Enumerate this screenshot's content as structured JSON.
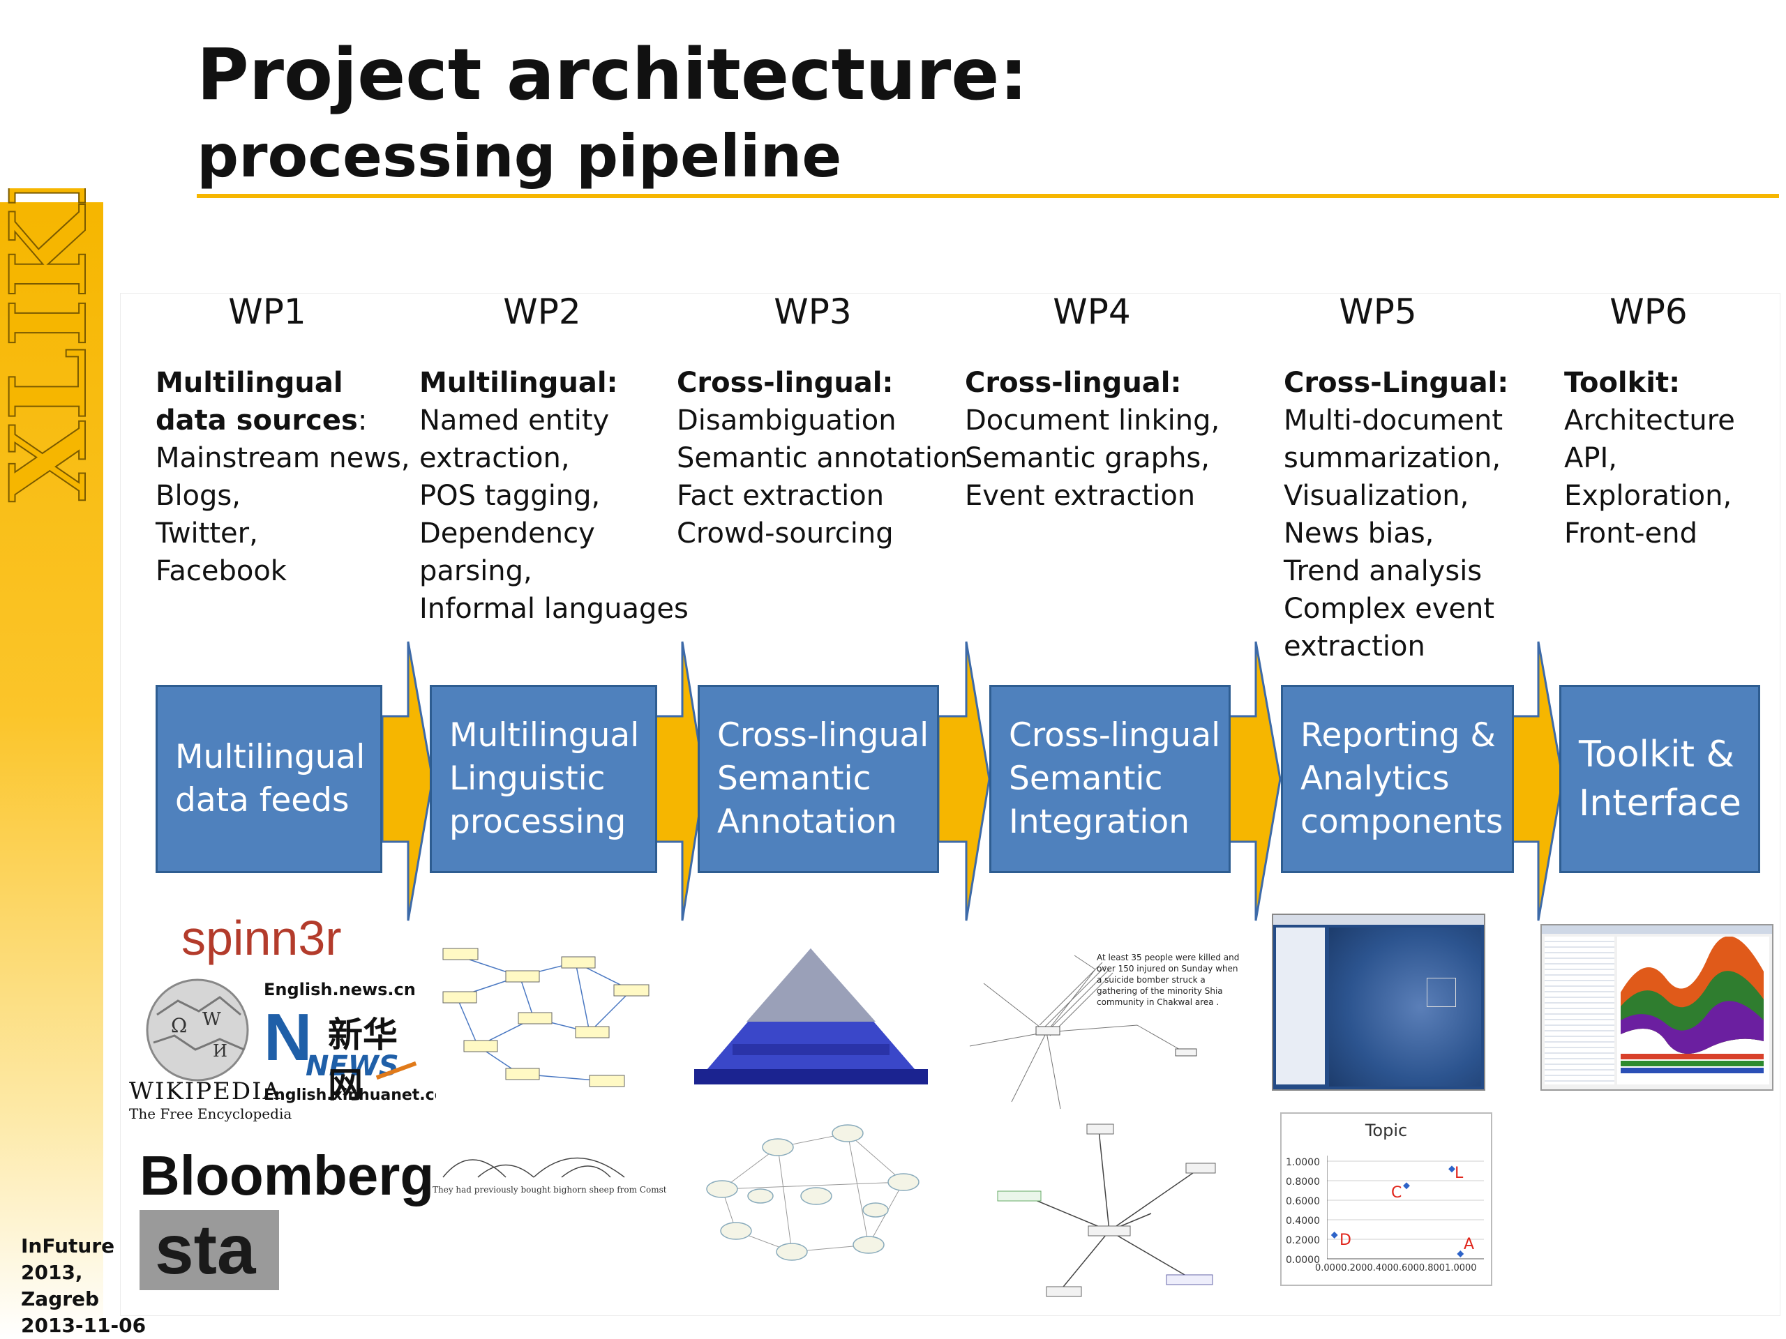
{
  "header": {
    "title": "Project architecture:",
    "subtitle": "processing pipeline"
  },
  "brand": {
    "logo_text": "XLIKE",
    "accent": "#f6b600",
    "box_color": "#4f81bd",
    "arrow_color": "#f6b600"
  },
  "work_packages": [
    {
      "id": "WP1",
      "heading": [
        "Multilingual",
        "data sources"
      ],
      "heading_suffix": ":",
      "items": [
        "Mainstream news,",
        "Blogs,",
        "Twitter,",
        "Facebook"
      ],
      "box": [
        "Multilingual",
        "data feeds"
      ]
    },
    {
      "id": "WP2",
      "heading": [
        "Multilingual:"
      ],
      "heading_suffix": "",
      "items": [
        "Named entity",
        "extraction,",
        "POS tagging,",
        "Dependency",
        "parsing,",
        "Informal languages"
      ],
      "box": [
        "Multilingual",
        "Linguistic",
        "processing"
      ]
    },
    {
      "id": "WP3",
      "heading": [
        "Cross-lingual:"
      ],
      "heading_suffix": "",
      "items": [
        "Disambiguation",
        "Semantic annotation",
        "Fact extraction",
        "Crowd-sourcing"
      ],
      "box": [
        "Cross-lingual",
        "Semantic",
        "Annotation"
      ]
    },
    {
      "id": "WP4",
      "heading": [
        "Cross-lingual:"
      ],
      "heading_suffix": "",
      "items": [
        "Document linking,",
        "Semantic graphs,",
        "Event extraction"
      ],
      "box": [
        "Cross-lingual",
        "Semantic",
        "Integration"
      ]
    },
    {
      "id": "WP5",
      "heading": [
        "Cross-Lingual:"
      ],
      "heading_suffix": "",
      "items": [
        "Multi-document",
        "summarization,",
        "Visualization,",
        "News bias,",
        "Trend analysis",
        "Complex event",
        "extraction"
      ],
      "box": [
        "Reporting  &",
        "Analytics",
        "components"
      ]
    },
    {
      "id": "WP6",
      "heading": [
        "Toolkit:"
      ],
      "heading_suffix": "",
      "items": [
        "Architecture",
        "API,",
        "Exploration,",
        "Front-end"
      ],
      "box": [
        "Toolkit &",
        "Interface"
      ]
    }
  ],
  "sources": {
    "spinn3r": "spinn3r",
    "wikipedia": "WIKIPEDIA",
    "wikipedia_tagline": "The Free Encyclopedia",
    "xinhua_top": "English.news.cn",
    "xinhua_news": "NEWS",
    "xinhua_cn": "新华网",
    "xinhua_bottom": "English.xinhuanet.com",
    "bloomberg": "Bloomberg",
    "sta": "sta"
  },
  "thumbnails": {
    "dependency_sentence": "They had previously bought bighorn sheep from Comstock.",
    "news_snippet": [
      "At least 35 people were killed and",
      "over 150 injured on Sunday when",
      "a suicide bomber struck a",
      "gathering of the minority Shia",
      "community in Chakwal area ."
    ],
    "topic_chart": {
      "title": "Topic",
      "y_ticks": [
        "1.0000",
        "0.8000",
        "0.6000",
        "0.4000",
        "0.2000",
        "0.0000"
      ],
      "x_ticks": "0.0000.2000.4000.6000.8001.0000",
      "point_labels": [
        "D",
        "C",
        "L",
        "A"
      ]
    }
  },
  "footer": [
    "InFuture",
    "2013,",
    "Zagreb",
    "2013-11-06"
  ]
}
